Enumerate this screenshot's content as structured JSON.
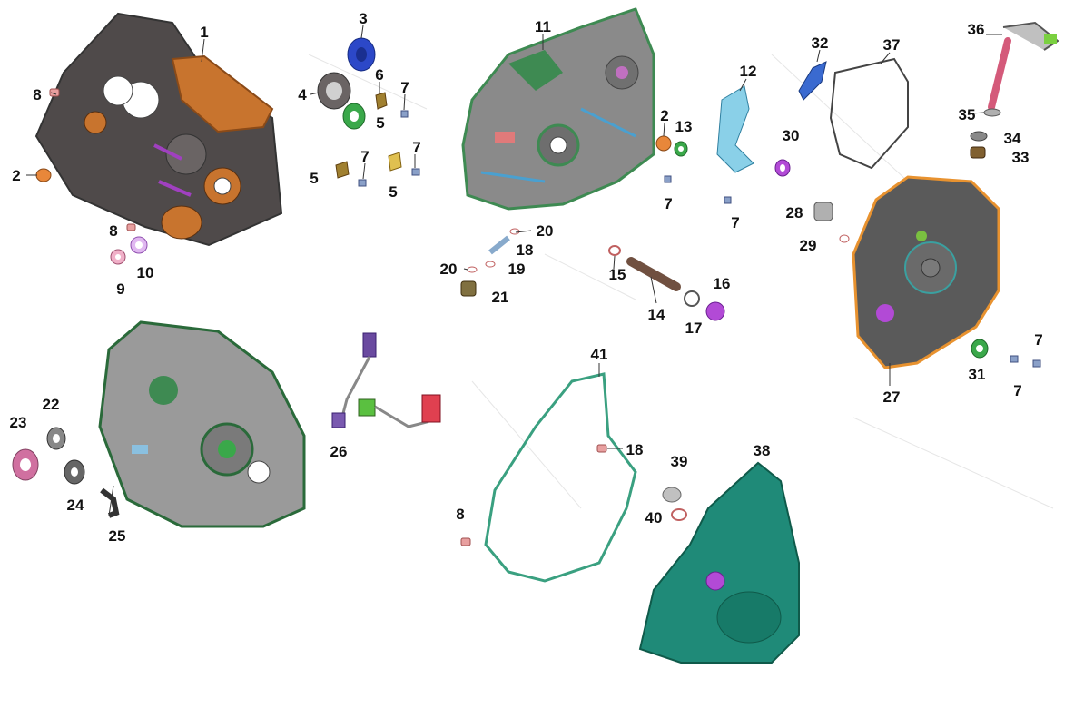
{
  "diagram": {
    "callouts": [
      {
        "id": "c1",
        "text": "1"
      },
      {
        "id": "c2a",
        "text": "2"
      },
      {
        "id": "c2b",
        "text": "2"
      },
      {
        "id": "c3",
        "text": "3"
      },
      {
        "id": "c4",
        "text": "4"
      },
      {
        "id": "c5a",
        "text": "5"
      },
      {
        "id": "c5b",
        "text": "5"
      },
      {
        "id": "c5c",
        "text": "5"
      },
      {
        "id": "c6",
        "text": "6"
      },
      {
        "id": "c7a",
        "text": "7"
      },
      {
        "id": "c7b",
        "text": "7"
      },
      {
        "id": "c7c",
        "text": "7"
      },
      {
        "id": "c7d",
        "text": "7"
      },
      {
        "id": "c7e",
        "text": "7"
      },
      {
        "id": "c7f",
        "text": "7"
      },
      {
        "id": "c7g",
        "text": "7"
      },
      {
        "id": "c8a",
        "text": "8"
      },
      {
        "id": "c8b",
        "text": "8"
      },
      {
        "id": "c8c",
        "text": "8"
      },
      {
        "id": "c9",
        "text": "9"
      },
      {
        "id": "c10",
        "text": "10"
      },
      {
        "id": "c11",
        "text": "11"
      },
      {
        "id": "c12",
        "text": "12"
      },
      {
        "id": "c13",
        "text": "13"
      },
      {
        "id": "c14",
        "text": "14"
      },
      {
        "id": "c15",
        "text": "15"
      },
      {
        "id": "c16",
        "text": "16"
      },
      {
        "id": "c17",
        "text": "17"
      },
      {
        "id": "c18a",
        "text": "18"
      },
      {
        "id": "c18b",
        "text": "18"
      },
      {
        "id": "c19",
        "text": "19"
      },
      {
        "id": "c20a",
        "text": "20"
      },
      {
        "id": "c20b",
        "text": "20"
      },
      {
        "id": "c21",
        "text": "21"
      },
      {
        "id": "c22",
        "text": "22"
      },
      {
        "id": "c23",
        "text": "23"
      },
      {
        "id": "c24",
        "text": "24"
      },
      {
        "id": "c25",
        "text": "25"
      },
      {
        "id": "c26",
        "text": "26"
      },
      {
        "id": "c27",
        "text": "27"
      },
      {
        "id": "c28",
        "text": "28"
      },
      {
        "id": "c29",
        "text": "29"
      },
      {
        "id": "c30",
        "text": "30"
      },
      {
        "id": "c31",
        "text": "31"
      },
      {
        "id": "c32",
        "text": "32"
      },
      {
        "id": "c33",
        "text": "33"
      },
      {
        "id": "c34",
        "text": "34"
      },
      {
        "id": "c35",
        "text": "35"
      },
      {
        "id": "c36",
        "text": "36"
      },
      {
        "id": "c37",
        "text": "37"
      },
      {
        "id": "c38",
        "text": "38"
      },
      {
        "id": "c39",
        "text": "39"
      },
      {
        "id": "c40",
        "text": "40"
      },
      {
        "id": "c41",
        "text": "41"
      }
    ]
  },
  "colors": {
    "crankcase_body": "#5a5555",
    "crankcase_gasket": "#c8742e",
    "left_case_green": "#3e8a52",
    "right_cover_orange": "#e8922f",
    "magneto_cover": "#1f8a78",
    "seal_green": "#3aa84a",
    "bearing_blue": "#2c48c8",
    "purple": "#b24ad6",
    "pink_rod": "#d45a7a",
    "label": "#111111"
  }
}
